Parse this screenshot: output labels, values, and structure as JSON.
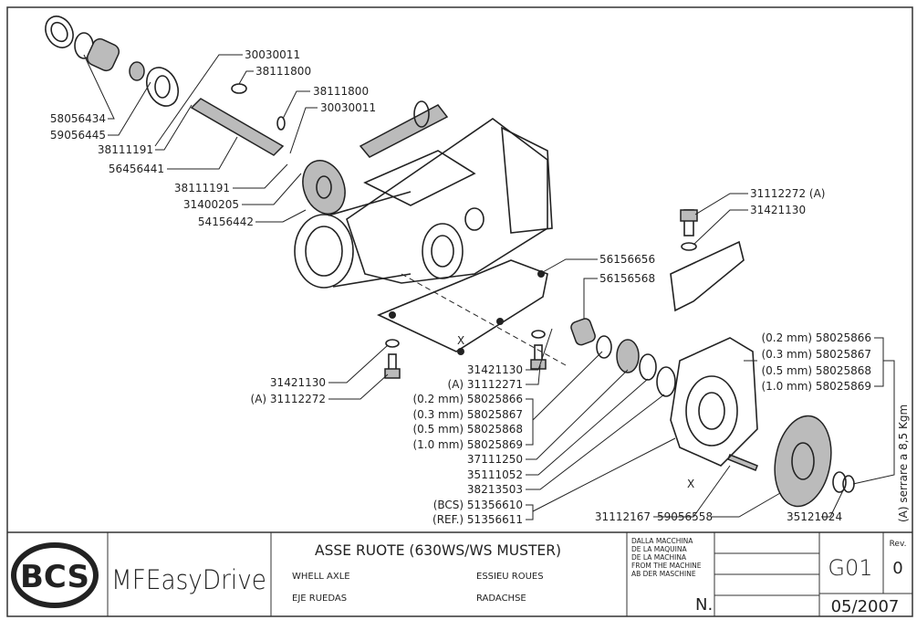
{
  "labels": {
    "l1": "30030011",
    "l2": "38111800",
    "l3": "38111800",
    "l4": "30030011",
    "l5": "58056434",
    "l6": "59056445",
    "l7": "38111191",
    "l8": "56456441",
    "l9": "38111191",
    "l10": "31400205",
    "l11": "54156442",
    "r1": "31112272 (A)",
    "r2": "31421130",
    "r3": "56156656",
    "r4": "56156568",
    "r5": "(0.2 mm) 58025866",
    "r6": "(0.3 mm) 58025867",
    "r7": "(0.5 mm) 58025868",
    "r8": "(1.0 mm) 58025869",
    "c1": "31421130",
    "c2": "(A) 31112271",
    "c3": "(0.2 mm) 58025866",
    "c4": "(0.3 mm) 58025867",
    "c5": "(0.5 mm) 58025868",
    "c6": "(1.0 mm) 58025869",
    "c7": "37111250",
    "c8": "35111052",
    "c9": "38213503",
    "c10": "(BCS) 51356610",
    "c11": "(REF.) 51356611",
    "b1": "31421130",
    "b2": "(A) 31112272",
    "d1": "31112167",
    "d2": "59056558",
    "d3": "35121024",
    "x1": "X",
    "x2": "X",
    "note": "(A) serrare a 8,5 Kgm"
  },
  "title_block": {
    "logo": "BCS",
    "product": "MFEasyDrive",
    "title": "ASSE RUOTE (630WS/WS MUSTER)",
    "en": "WHELL AXLE",
    "fr": "ESSIEU ROUES",
    "es": "EJE RUEDAS",
    "de": "RADACHSE",
    "from_machine": [
      "DALLA MACCHINA",
      "DE LA MAQUINA",
      "DE LA MACHINA",
      "FROM THE MACHINE",
      "AB DER MASCHINE"
    ],
    "n_label": "N.",
    "sheet": "G01",
    "rev_label": "Rev.",
    "rev": "0",
    "date": "05/2007"
  }
}
